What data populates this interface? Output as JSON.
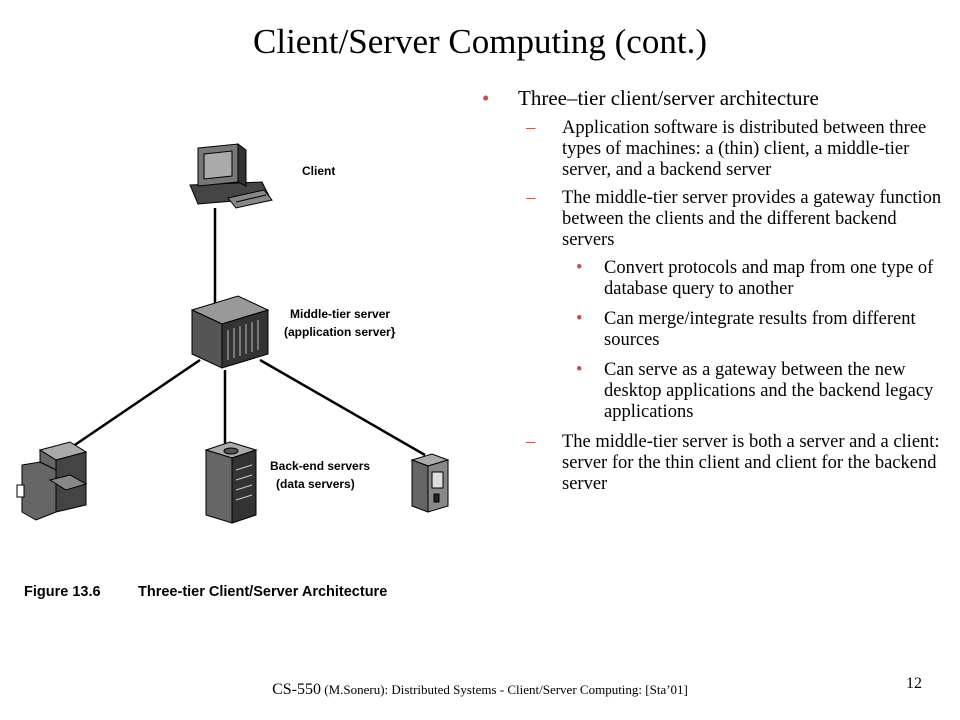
{
  "slide": {
    "title": "Client/Server Computing (cont.)",
    "page_number": "12"
  },
  "bullets": [
    {
      "level": 1,
      "text": "Three–tier client/server architecture"
    },
    {
      "level": 2,
      "text": "Application software is distributed between three types of machines: a (thin) client, a middle-tier server, and a backend server"
    },
    {
      "level": 2,
      "text": "The middle-tier server provides a gateway function between the clients and the different backend servers"
    },
    {
      "level": 3,
      "text": "Convert protocols and map from one type of database query to another"
    },
    {
      "level": 3,
      "text": "Can merge/integrate results from different sources"
    },
    {
      "level": 3,
      "text": "Can serve as a gateway between the new desktop applications and the backend legacy applications"
    },
    {
      "level": 2,
      "text": "The middle-tier server is both a server and a client: server for the thin client and client for the backend server"
    }
  ],
  "markers": {
    "level1": "•",
    "level2": "–",
    "level3": "•"
  },
  "diagram": {
    "client_label": "Client",
    "middle_label_line1": "Middle-tier server",
    "middle_label_line2": "(application server}",
    "backend_label_line1": "Back-end servers",
    "backend_label_line2": "(data servers)",
    "caption_figure": "Figure 13.6",
    "caption_text": "Three-tier Client/Server Architecture"
  },
  "footer": {
    "course": "CS-550",
    "detail": " (M.Soneru): Distributed Systems - Client/Server Computing: [Sta’01]"
  },
  "colors": {
    "bullet_marker": "#c0504d"
  }
}
